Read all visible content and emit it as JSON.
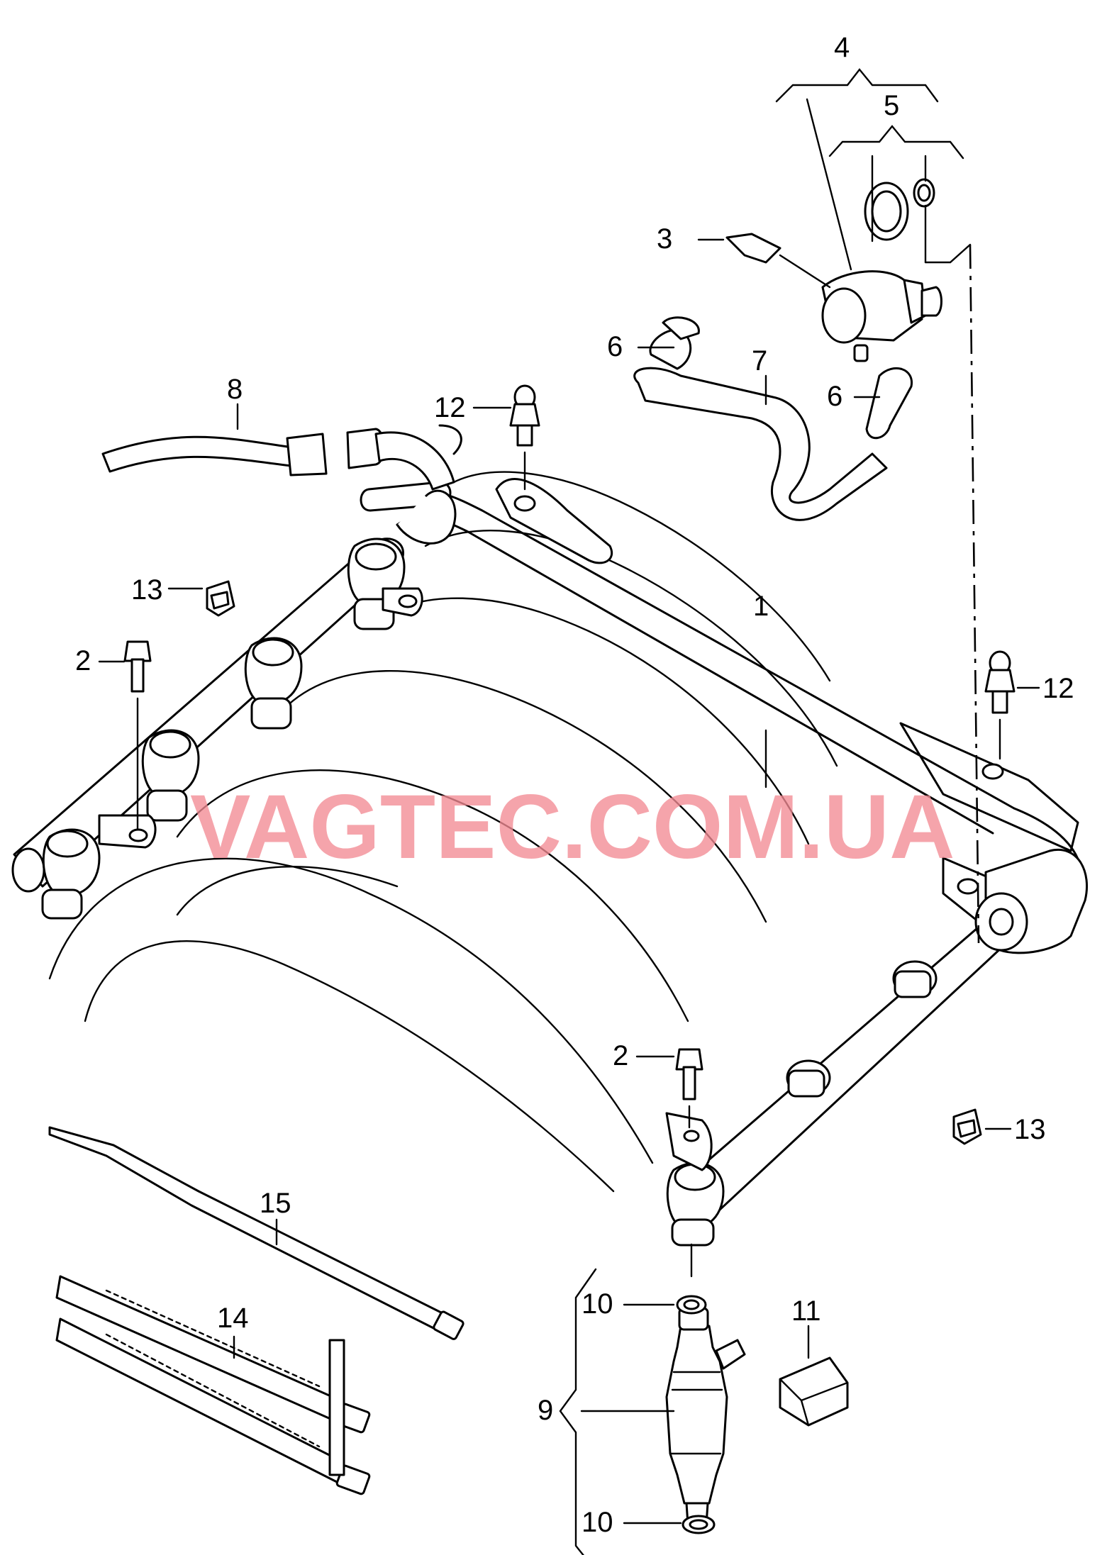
{
  "watermark": "VAGTEC.COM.UA",
  "callouts": [
    {
      "id": "c1",
      "text": "1"
    },
    {
      "id": "c2a",
      "text": "2"
    },
    {
      "id": "c2b",
      "text": "2"
    },
    {
      "id": "c3",
      "text": "3"
    },
    {
      "id": "c4",
      "text": "4"
    },
    {
      "id": "c5",
      "text": "5"
    },
    {
      "id": "c6a",
      "text": "6"
    },
    {
      "id": "c6b",
      "text": "6"
    },
    {
      "id": "c7",
      "text": "7"
    },
    {
      "id": "c8",
      "text": "8"
    },
    {
      "id": "c9",
      "text": "9"
    },
    {
      "id": "c10a",
      "text": "10"
    },
    {
      "id": "c10b",
      "text": "10"
    },
    {
      "id": "c11",
      "text": "11"
    },
    {
      "id": "c12a",
      "text": "12"
    },
    {
      "id": "c12b",
      "text": "12"
    },
    {
      "id": "c13a",
      "text": "13"
    },
    {
      "id": "c13b",
      "text": "13"
    },
    {
      "id": "c14",
      "text": "14"
    },
    {
      "id": "c15",
      "text": "15"
    }
  ]
}
